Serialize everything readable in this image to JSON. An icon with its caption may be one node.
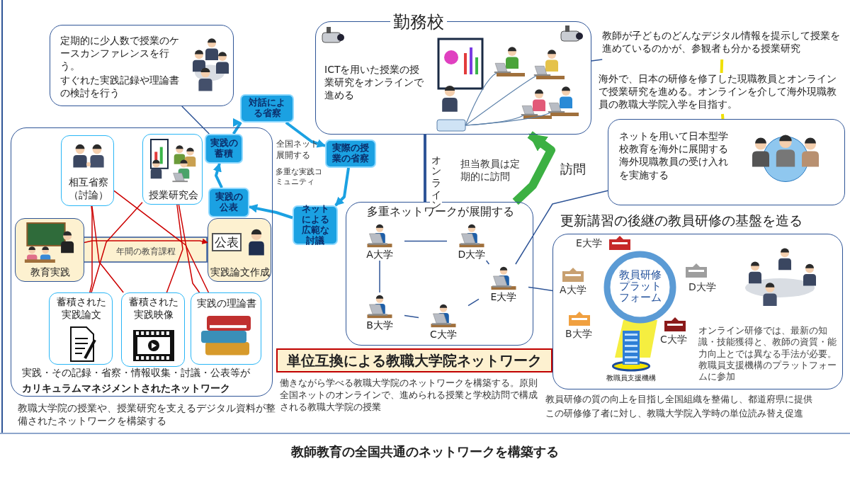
{
  "diagram": {
    "caption": "教師教育の全国共通のネットワークを構築する",
    "nodes": [
      {
        "text": [
          "勤務校",
          "ICTを用いた授業の授業研究をオンラインで進める"
        ]
      },
      {
        "text": [
          "定期的に少人数で授業のケースカンファレンスを行う。",
          "すぐれた実践記録や理論書の検討を行う"
        ]
      },
      {
        "text": [
          "実践・その記録・省察・情報収集・討議・公表等が",
          "カリキュラムマネジメントされたネットワーク"
        ]
      },
      {
        "text": [
          "相互省察（討論）"
        ],
        "in": 2
      },
      {
        "text": [
          "授業研究会"
        ],
        "in": 2
      },
      {
        "text": [
          "教育実践"
        ],
        "in": 2
      },
      {
        "text": [
          "年間の教育課程"
        ],
        "in": 2
      },
      {
        "text": [
          "公表",
          "実践論文作成"
        ],
        "in": 2
      },
      {
        "text": [
          "蓄積された実践論文"
        ],
        "in": 2
      },
      {
        "text": [
          "蓄積された実践映像"
        ],
        "in": 2
      },
      {
        "text": [
          "実践の理論書"
        ],
        "in": 2
      },
      {
        "text": [
          "対話による省察"
        ]
      },
      {
        "text": [
          "実際の授業の省察"
        ]
      },
      {
        "text": [
          "ネットによる広範な討議"
        ]
      },
      {
        "text": [
          "実践の公表"
        ],
        "in": 2
      },
      {
        "text": [
          "実践の蓄積"
        ],
        "in": 2
      },
      {
        "text": [
          "多重ネットワークが展開する"
        ]
      },
      {
        "text": [
          "A大学"
        ],
        "in": 16
      },
      {
        "text": [
          "D大学"
        ],
        "in": 16
      },
      {
        "text": [
          "B大学"
        ],
        "in": 16
      },
      {
        "text": [
          "C大学"
        ],
        "in": 16
      },
      {
        "text": [
          "E大学"
        ],
        "in": 16
      },
      {
        "text": [
          "単位互換による教職大学院ネットワーク"
        ]
      },
      {
        "text": [
          "更新講習の後継の教員研修の基盤を造る",
          "オンライン研修では、最新の知識・技能獲得と、教師の資質・能力向上とでは異なる手法が必要。教職員支援機構のプラットフォームに参加"
        ]
      },
      {
        "text": [
          "教員研修プラットフォーム"
        ],
        "in": 23
      },
      {
        "text": [
          "教職員支援機構"
        ],
        "in": 23
      },
      {
        "text": [
          "教師が子どものどんなデジタル情報を提示して授業を進めているのかが、参観者も分かる授業研究"
        ]
      },
      {
        "text": [
          "海外で、日本の研修を修了した現職教員とオンラインで授業研究を進める。オンラインを介して海外現職教員の教職大学院入学を目指す。"
        ]
      },
      {
        "text": [
          "ネットを用いて日本型学校教育を海外に展開する海外現職教員の受け入れを実施する"
        ]
      }
    ],
    "edges": [
      {
        "from": 15,
        "to": 11,
        "arrow": "to",
        "style": "thick",
        "color": "#1ba1e2"
      },
      {
        "from": 11,
        "to": 12,
        "arrow": "to",
        "style": "thick",
        "color": "#1ba1e2"
      },
      {
        "from": 12,
        "to": 13,
        "arrow": "to",
        "style": "thick",
        "color": "#1ba1e2"
      },
      {
        "from": 13,
        "to": 14,
        "arrow": "to",
        "style": "thick",
        "color": "#1ba1e2"
      },
      {
        "from": 14,
        "to": 15,
        "arrow": "to",
        "style": "thick",
        "color": "#1ba1e2"
      },
      {
        "from": 3,
        "to": 8,
        "arrow": "none",
        "color": "#cc0000"
      },
      {
        "from": 3,
        "to": 9,
        "arrow": "none",
        "color": "#cc0000"
      },
      {
        "from": 3,
        "to": 10,
        "arrow": "none",
        "color": "#cc0000"
      },
      {
        "from": 4,
        "to": 8,
        "arrow": "none",
        "color": "#cc0000"
      },
      {
        "from": 4,
        "to": 9,
        "arrow": "none",
        "color": "#cc0000"
      },
      {
        "from": 4,
        "to": 10,
        "arrow": "none",
        "color": "#cc0000"
      },
      {
        "from": 5,
        "to": 7,
        "arrow": "to",
        "color": "#cc0000"
      },
      {
        "from": 17,
        "to": 18,
        "arrow": "none"
      },
      {
        "from": 18,
        "to": 21,
        "arrow": "none"
      },
      {
        "from": 21,
        "to": 20,
        "arrow": "none"
      },
      {
        "from": 20,
        "to": 19,
        "arrow": "none"
      },
      {
        "from": 19,
        "to": 17,
        "arrow": "none"
      },
      {
        "from": 0,
        "to": 16,
        "arrow": "none",
        "label": "オンライン",
        "style": "thick"
      },
      {
        "from": 16,
        "to": 0,
        "arrow": "to",
        "label": "訪問",
        "style": "thick",
        "color": "#3cb043"
      },
      {
        "from": 1,
        "to": 15,
        "arrow": "none"
      },
      {
        "from": 0,
        "to": 26,
        "arrow": "none"
      },
      {
        "from": 26,
        "to": 27,
        "arrow": "none",
        "style": "thick",
        "color": "#f0e000"
      },
      {
        "from": 27,
        "to": 28,
        "arrow": "none",
        "style": "thick",
        "color": "#f0e000"
      },
      {
        "from": 28,
        "to": 21,
        "arrow": "none"
      },
      {
        "from": 23,
        "to": 21,
        "arrow": "none"
      }
    ],
    "labels": [
      "全国ネット展開する",
      "多重な実践コミュニティ",
      "担当教員は定期的に訪問",
      "E大学",
      "A大学",
      "D大学",
      "B大学",
      "C大学",
      "教職大学院の授業や、授業研究を支えるデジタル資料が整備されたネットワークを構築する",
      "働きながら学べる教職大学院のネットワークを構築する。原則全国ネットのオンラインで、進められる授業と学校訪問で構成される教職大学院の授業",
      "教員研修の質の向上を目指し全国組織を整備し、都道府県に提供",
      "この研修修了者に対し、教職大学院入学時の単位読み替え促進"
    ]
  }
}
